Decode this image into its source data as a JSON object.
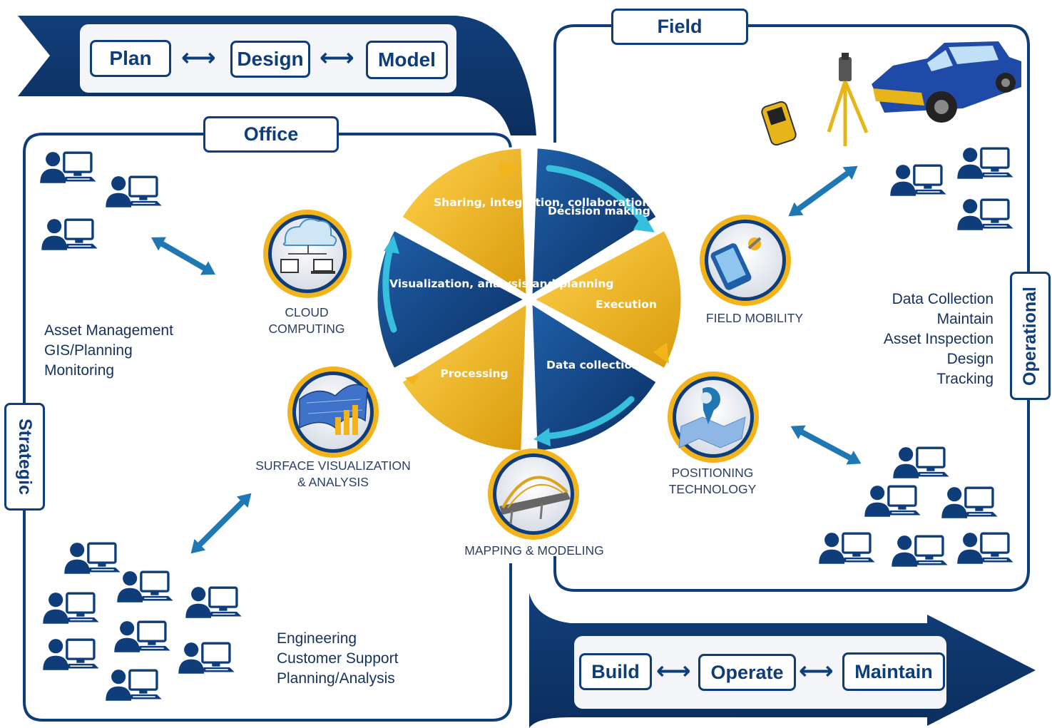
{
  "top_banner": {
    "items": [
      "Plan",
      "Design",
      "Model"
    ],
    "connector": "⟷"
  },
  "bottom_banner": {
    "items": [
      "Build",
      "Operate",
      "Maintain"
    ],
    "connector": "⟷"
  },
  "regions": {
    "office": "Office",
    "field": "Field",
    "strategic": "Strategic",
    "operational": "Operational"
  },
  "cycle": {
    "segments": [
      {
        "label": "Sharing, integration, collaboration",
        "color": "gold"
      },
      {
        "label": "Decision making",
        "color": "navy"
      },
      {
        "label": "Execution",
        "color": "gold"
      },
      {
        "label": "Data collection",
        "color": "navy"
      },
      {
        "label": "Processing",
        "color": "gold"
      },
      {
        "label": "Visualization, analysis and planning",
        "color": "navy"
      }
    ]
  },
  "technologies": {
    "cloud": "CLOUD COMPUTING",
    "surface": "SURFACE VISUALIZATION & ANALYSIS",
    "mapping": "MAPPING & MODELING",
    "positioning": "POSITIONING TECHNOLOGY",
    "field_mobility": "FIELD MOBILITY"
  },
  "office_roles_top": [
    "Asset Management",
    "GIS/Planning",
    "Monitoring"
  ],
  "office_roles_bottom": [
    "Engineering",
    "Customer Support",
    "Planning/Analysis"
  ],
  "field_roles": [
    "Data Collection",
    "Maintain",
    "Asset Inspection",
    "Design",
    "Tracking"
  ],
  "icons": {
    "user_workstation": "user-workstation-icon",
    "cloud": "cloud-computing-icon",
    "surface": "surface-chart-icon",
    "bridge": "bridge-icon",
    "map_pin": "map-pin-icon",
    "mobile": "mobile-device-icon",
    "truck": "pickup-truck-icon",
    "tripod": "survey-tripod-icon",
    "gps": "gps-handheld-icon"
  },
  "colors": {
    "navy": "#0e3d7a",
    "gold": "#f2b41a",
    "cyan": "#36c0de",
    "arrow_blue": "#1f78b4"
  }
}
